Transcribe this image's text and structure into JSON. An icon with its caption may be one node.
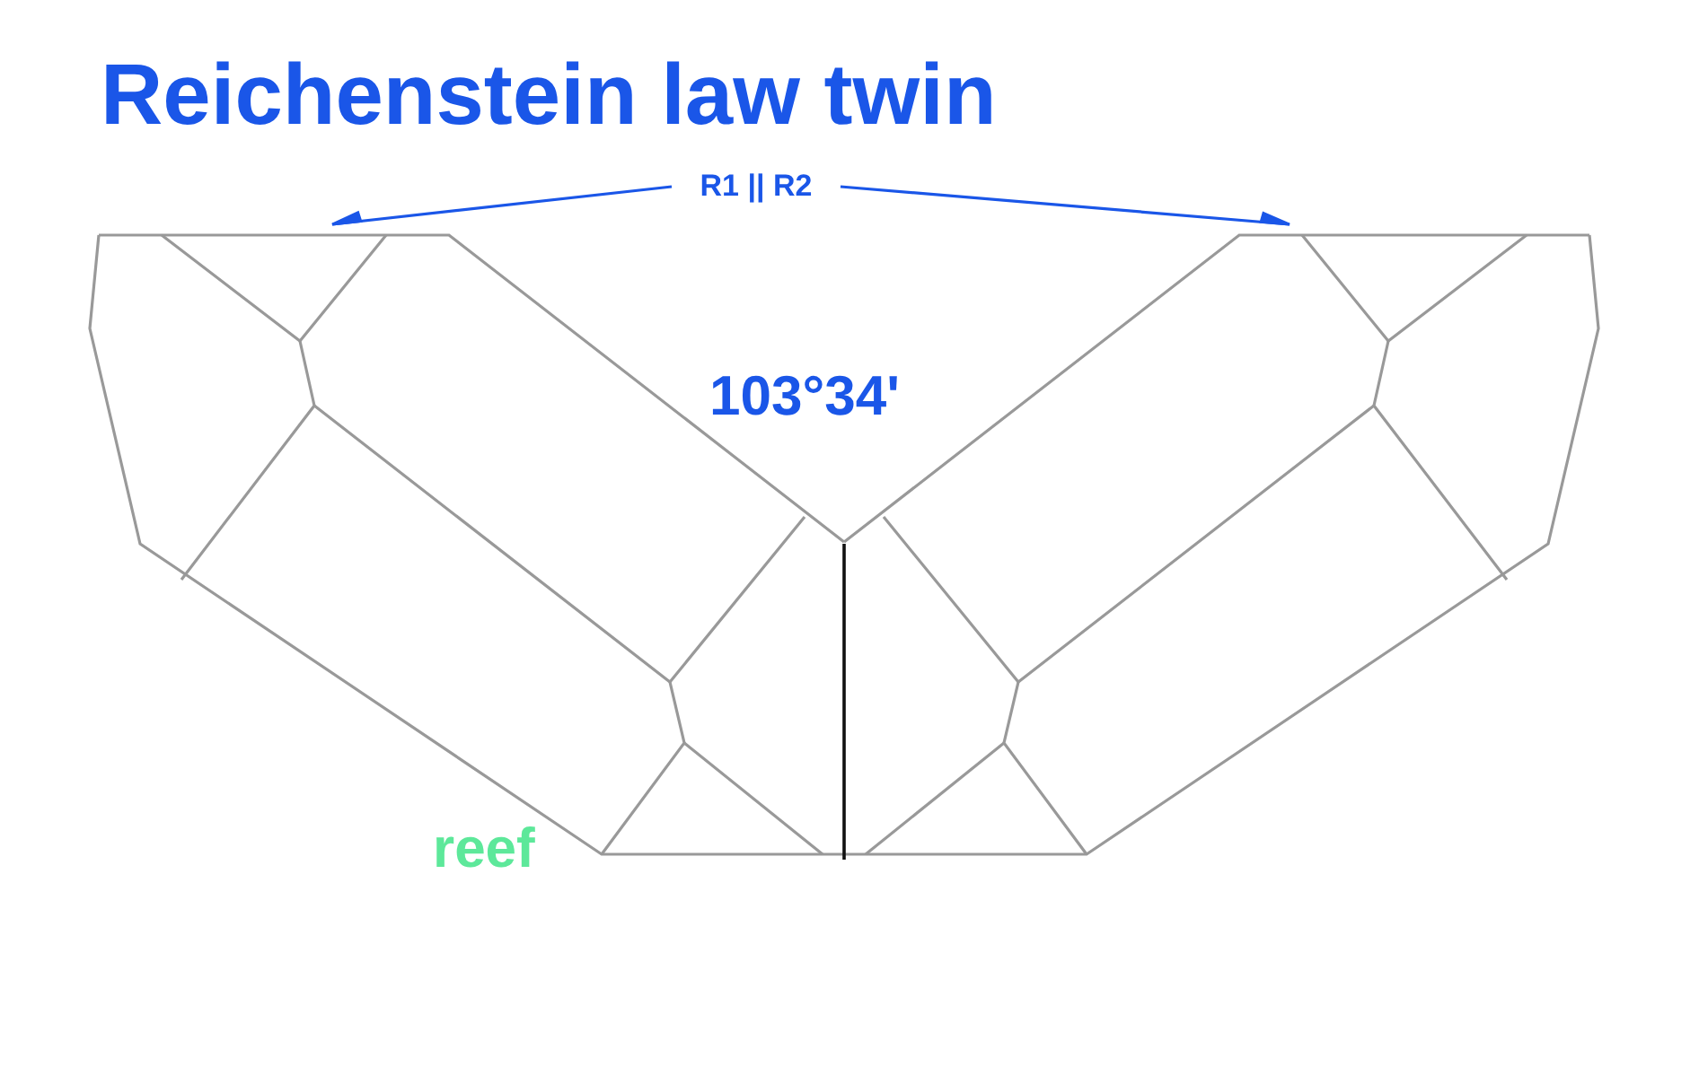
{
  "diagram": {
    "title": "Reichenstein law twin",
    "nodes": [
      {
        "text": [
          "R1 || R2"
        ]
      },
      {
        "text": [],
        "shape": "picture"
      },
      {
        "text": [],
        "shape": "picture"
      }
    ],
    "edges": [
      {
        "from": 0,
        "to": 1,
        "arrow": "to"
      },
      {
        "from": 0,
        "to": 2,
        "arrow": "to"
      }
    ],
    "labels": [
      "103°34'",
      "reef"
    ]
  }
}
